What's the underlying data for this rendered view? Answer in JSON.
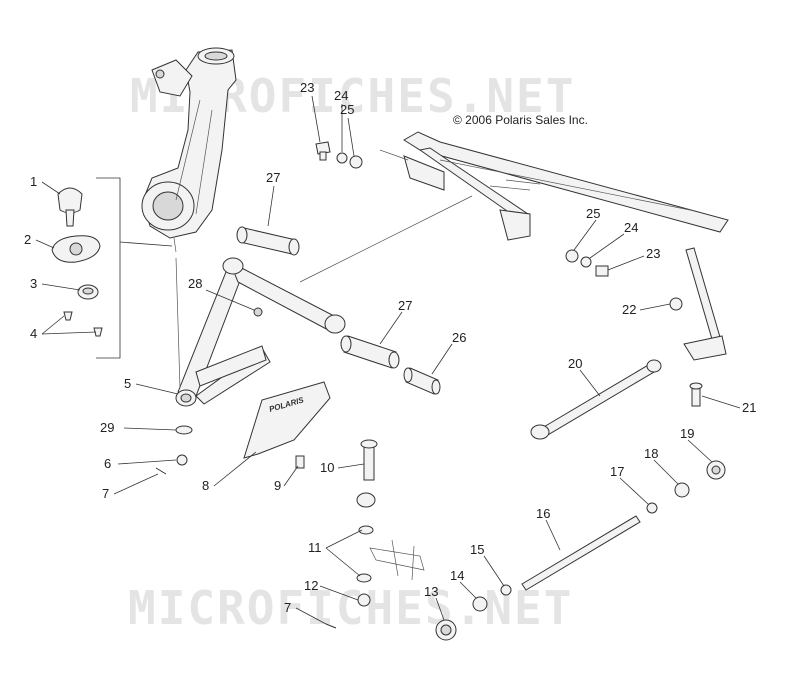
{
  "copyright": "© 2006 Polaris Sales Inc.",
  "watermarks": [
    "MICROFICHES.NET",
    "MICROFICHES.NET"
  ],
  "brand_label": "POLARIS",
  "callouts": [
    {
      "id": "c1",
      "label": "1"
    },
    {
      "id": "c2",
      "label": "2"
    },
    {
      "id": "c3",
      "label": "3"
    },
    {
      "id": "c4",
      "label": "4"
    },
    {
      "id": "c5",
      "label": "5"
    },
    {
      "id": "c6",
      "label": "6"
    },
    {
      "id": "c7a",
      "label": "7"
    },
    {
      "id": "c7b",
      "label": "7"
    },
    {
      "id": "c8",
      "label": "8"
    },
    {
      "id": "c9",
      "label": "9"
    },
    {
      "id": "c10",
      "label": "10"
    },
    {
      "id": "c11",
      "label": "11"
    },
    {
      "id": "c12",
      "label": "12"
    },
    {
      "id": "c13",
      "label": "13"
    },
    {
      "id": "c14",
      "label": "14"
    },
    {
      "id": "c15",
      "label": "15"
    },
    {
      "id": "c16",
      "label": "16"
    },
    {
      "id": "c17",
      "label": "17"
    },
    {
      "id": "c18",
      "label": "18"
    },
    {
      "id": "c19",
      "label": "19"
    },
    {
      "id": "c20",
      "label": "20"
    },
    {
      "id": "c21",
      "label": "21"
    },
    {
      "id": "c22",
      "label": "22"
    },
    {
      "id": "c23a",
      "label": "23"
    },
    {
      "id": "c23b",
      "label": "23"
    },
    {
      "id": "c24a",
      "label": "24"
    },
    {
      "id": "c24b",
      "label": "24"
    },
    {
      "id": "c25a",
      "label": "25"
    },
    {
      "id": "c25b",
      "label": "25"
    },
    {
      "id": "c26",
      "label": "26"
    },
    {
      "id": "c27a",
      "label": "27"
    },
    {
      "id": "c27b",
      "label": "27"
    },
    {
      "id": "c28",
      "label": "28"
    },
    {
      "id": "c29",
      "label": "29"
    }
  ]
}
